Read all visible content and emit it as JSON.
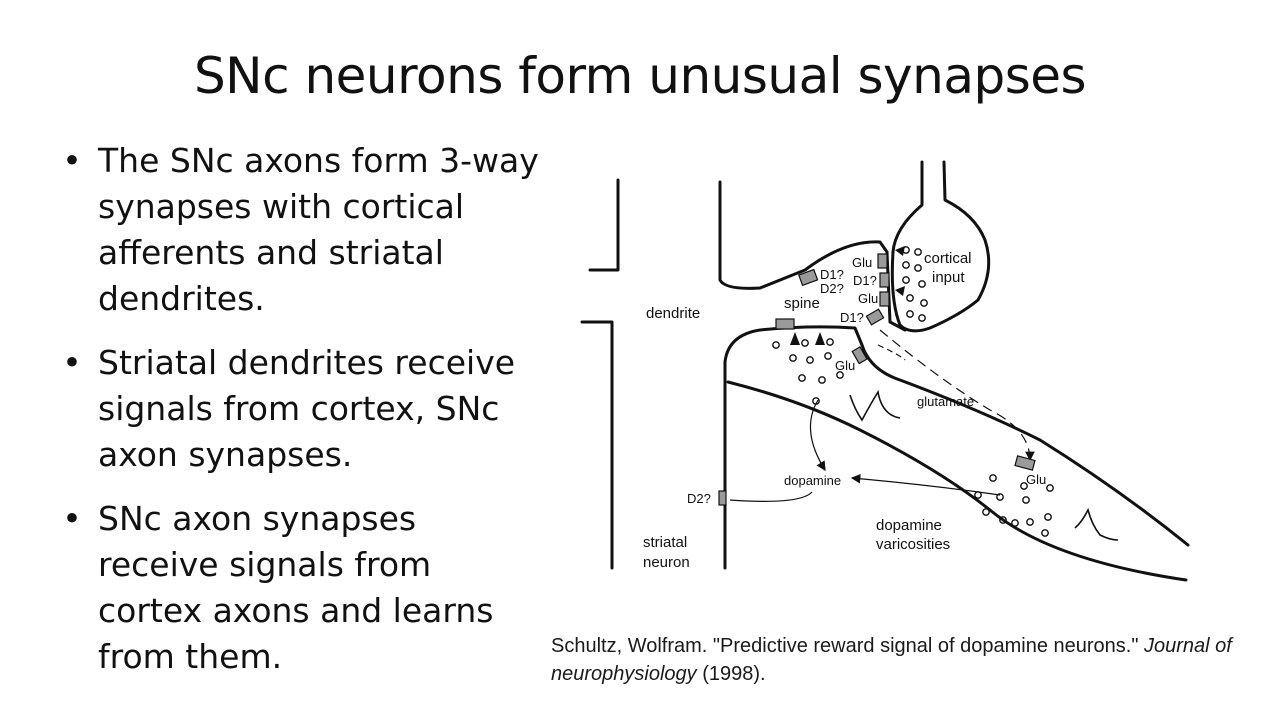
{
  "slide": {
    "title": "SNc neurons form unusual synapses",
    "bullets": [
      "The SNc axons form 3-way synapses with cortical afferents and striatal dendrites.",
      "Striatal dendrites receive signals from cortex, SNc axon synapses.",
      "SNc axon synapses receive signals from cortex axons and learns from them."
    ],
    "bullet_symbol": "•"
  },
  "figure": {
    "labels": {
      "dendrite": "dendrite",
      "spine": "spine",
      "cortical_input_line1": "cortical",
      "cortical_input_line2": "input",
      "glu_1": "Glu",
      "glu_2": "Glu",
      "glu_3": "Glu",
      "glu_4": "Glu",
      "d1_1": "D1?",
      "d2_1": "D2?",
      "d1_2": "D1?",
      "d1_3": "D1?",
      "glutamate": "glutamate",
      "dopamine": "dopamine",
      "d2_striatal": "D2?",
      "striatal_neuron_line1": "striatal",
      "striatal_neuron_line2": "neuron",
      "dopamine_varicosities_line1": "dopamine",
      "dopamine_varicosities_line2": "varicosities"
    }
  },
  "citation": {
    "authors": "Schultz, Wolfram.",
    "title": "\"Predictive reward signal of dopamine neurons.\"",
    "journal": "Journal of neurophysiology",
    "year": "(1998)."
  }
}
